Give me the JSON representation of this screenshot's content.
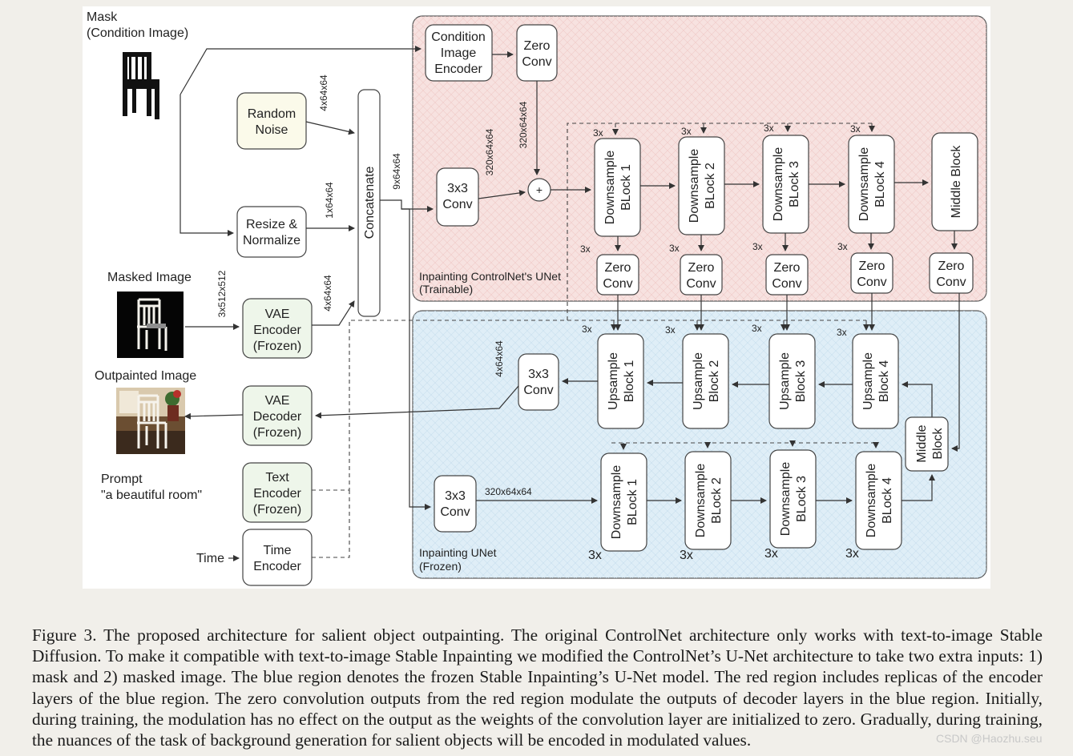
{
  "regions": {
    "trainable": {
      "line1": "Inpainting ControlNet's UNet",
      "line2": "(Trainable)",
      "color": "#f7e2e0",
      "stroke": "#5a5a5a"
    },
    "frozen": {
      "line1": "Inpainting UNet",
      "line2": "(Frozen)",
      "color": "#dfeef7",
      "stroke": "#5a5a5a"
    }
  },
  "inputs": {
    "mask": {
      "line1": "Mask",
      "line2": "(Condition Image)"
    },
    "masked_image": "Masked Image",
    "outpainted_image": "Outpainted Image",
    "prompt": {
      "line1": "Prompt",
      "line2": "\"a beautiful room\""
    },
    "time": "Time"
  },
  "boxes": {
    "random_noise": [
      "Random",
      "Noise"
    ],
    "resize_normalize": [
      "Resize &",
      "Normalize"
    ],
    "vae_encoder": [
      "VAE",
      "Encoder",
      "(Frozen)"
    ],
    "vae_decoder": [
      "VAE",
      "Decoder",
      "(Frozen)"
    ],
    "text_encoder": [
      "Text",
      "Encoder",
      "(Frozen)"
    ],
    "time_encoder": [
      "Time",
      "Encoder"
    ],
    "concatenate": "Concatenate",
    "condition_image_encoder": [
      "Condition",
      "Image",
      "Encoder"
    ],
    "zero_conv": [
      "Zero",
      "Conv"
    ],
    "conv3x3": [
      "3x3",
      "Conv"
    ],
    "plus": "+",
    "cn_down": [
      [
        "Downsample",
        "BLock 1"
      ],
      [
        "Downsample",
        "BLock 2"
      ],
      [
        "Downsample",
        "BLock 3"
      ],
      [
        "Downsample",
        "BLock 4"
      ]
    ],
    "middle_block": "Middle Block",
    "middle_block_frozen": [
      "Middle",
      "Block"
    ],
    "up": [
      [
        "Upsample",
        "Block 1"
      ],
      [
        "Upsample",
        "Block 2"
      ],
      [
        "Upsample",
        "Block 3"
      ],
      [
        "Upsample",
        "Block 4"
      ]
    ],
    "down": [
      [
        "Downsample",
        "BLock 1"
      ],
      [
        "Downsample",
        "BLock 2"
      ],
      [
        "Downsample",
        "BLock 3"
      ],
      [
        "Downsample",
        "BLock 4"
      ]
    ]
  },
  "dims": {
    "noise": "4x64x64",
    "resize": "1x64x64",
    "vae": "4x64x64",
    "masked": "3x512x512",
    "concat": "9x64x64",
    "cn_conv": "320x64x64",
    "zero_conv": "320x64x64",
    "up_conv": "4x64x64",
    "frozen_conv": "320x64x64"
  },
  "repeat": "3x",
  "caption": "Figure 3. The proposed architecture for salient object outpainting. The original ControlNet architecture only works with text-to-image Stable Diffusion. To make it compatible with text-to-image Stable Inpainting we modified the ControlNet’s U-Net architecture to take two extra inputs: 1) mask and 2) masked image. The blue region denotes the frozen Stable Inpainting’s U-Net model. The red region includes replicas of the encoder layers of the blue region. The zero convolution outputs from the red region modulate the outputs of decoder layers in the blue region. Initially, during training, the modulation has no effect on the output as the weights of the convolution layer are initialized to zero. Gradually, during training, the nuances of the task of background generation for salient objects will be encoded in modulated values.",
  "watermark": "CSDN @Haozhu.seu",
  "colors": {
    "noise_fill": "#fbfaea",
    "green_fill": "#eef6ea",
    "line": "#333333"
  }
}
